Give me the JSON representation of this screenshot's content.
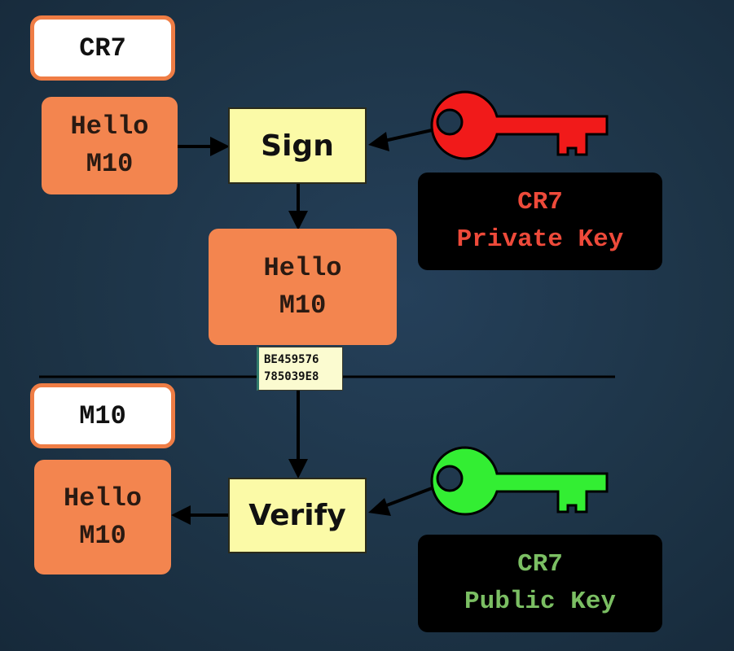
{
  "sender": {
    "name": "CR7",
    "message": [
      "Hello",
      "M10"
    ]
  },
  "sign_step": {
    "label": "Sign"
  },
  "private_key": {
    "owner": "CR7",
    "label": "Private Key",
    "key_color": "#f11a1a",
    "text_color": "#ee4a3a"
  },
  "signed_message": {
    "lines": [
      "Hello",
      "M10"
    ],
    "signature": [
      "BE459576",
      "785039E8"
    ]
  },
  "receiver": {
    "name": "M10",
    "message": [
      "Hello",
      "M10"
    ]
  },
  "verify_step": {
    "label": "Verify"
  },
  "public_key": {
    "owner": "CR7",
    "label": "Public Key",
    "key_color": "#33ee33",
    "text_color": "#7bbf63"
  }
}
